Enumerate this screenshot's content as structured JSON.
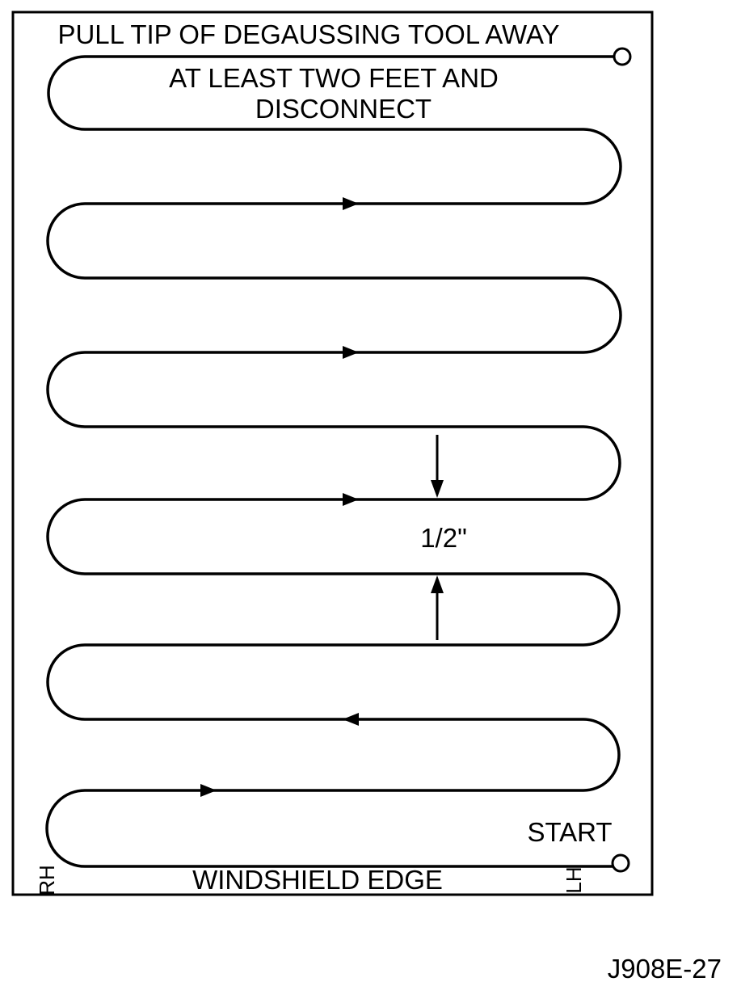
{
  "instruction": {
    "line1": "PULL TIP OF DEGAUSSING TOOL AWAY",
    "line2": "AT LEAST TWO FEET AND",
    "line3": "DISCONNECT"
  },
  "spacing_label": "1/2\"",
  "start_label": "START",
  "edge_label": "WINDSHIELD EDGE",
  "side_left": "RH",
  "side_right": "LH",
  "figure_id": "J908E-27"
}
